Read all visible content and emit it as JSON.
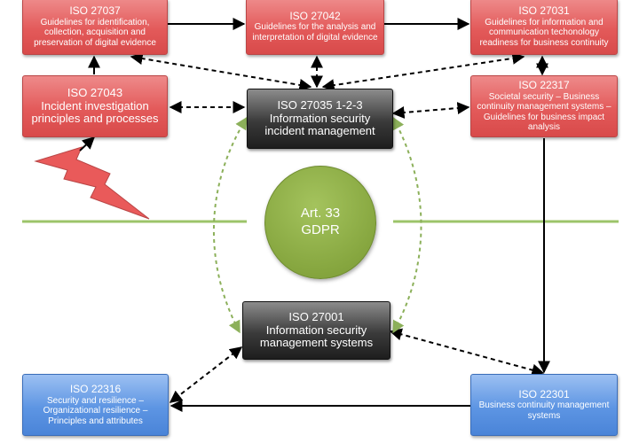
{
  "nodes": {
    "iso27037": {
      "code": "ISO 27037",
      "desc": "Guidelines for identification, collection, acquisition and preservation of digital evidence"
    },
    "iso27042": {
      "code": "ISO 27042",
      "desc": "Guidelines for the analysis and interpretation of digital evidence"
    },
    "iso27031": {
      "code": "ISO 27031",
      "desc": "Guidelines for information and communication techonology readiness for business continuity"
    },
    "iso27043": {
      "code": "ISO 27043",
      "desc": "Incident investigation principles and processes"
    },
    "iso27035": {
      "code": "ISO 27035 1-2-3",
      "desc": "Information security incident management"
    },
    "iso22317": {
      "code": "ISO 22317",
      "desc": "Societal security – Business continuity management systems – Guidelines for business impact analysis"
    },
    "gdpr": {
      "line1": "Art. 33",
      "line2": "GDPR"
    },
    "iso27001": {
      "code": "ISO 27001",
      "desc": "Information security management systems"
    },
    "iso22316": {
      "code": "ISO 22316",
      "desc": "Security and resilience – Organizational resilience – Principles and attributes"
    },
    "iso22301": {
      "code": "ISO 22301",
      "desc": "Business continuity management systems"
    }
  },
  "colors": {
    "red": "#e35a5a",
    "dark": "#2f2f2f",
    "blue": "#5d95e3",
    "green": "#86a63f",
    "divider": "#9cc46a",
    "arrow": "#000000",
    "dashed_green": "#8cb05a"
  },
  "icons": {
    "incident": "lightning-bolt-icon"
  }
}
